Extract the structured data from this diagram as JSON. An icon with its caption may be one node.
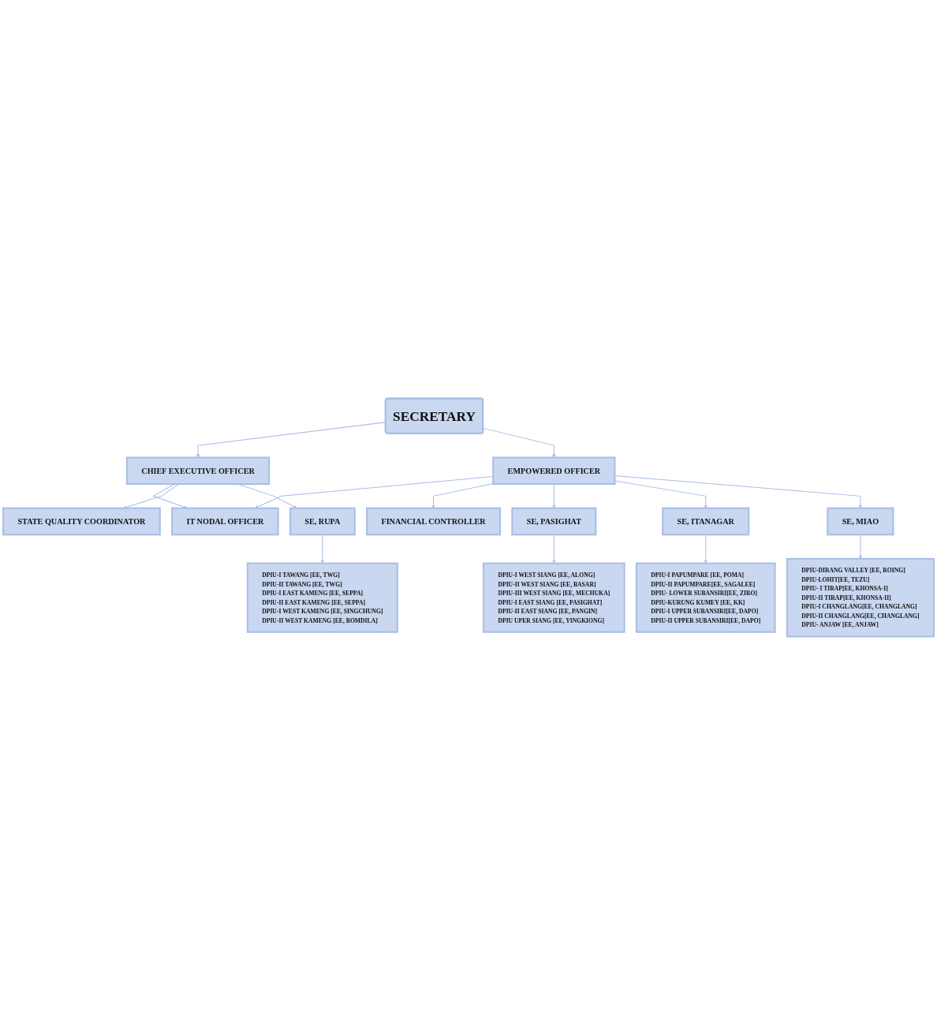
{
  "diagram": {
    "nodes": [
      {
        "text": [
          "SECRETARY"
        ]
      },
      {
        "text": [
          "CHIEF EXECUTIVE OFFICER"
        ]
      },
      {
        "text": [
          "EMPOWERED OFFICER"
        ]
      },
      {
        "text": [
          "IT NODAL OFFICER"
        ]
      },
      {
        "text": [
          "FINANCIAL CONTROLLER"
        ]
      },
      {
        "text": [
          "STATE QUALITY COORDINATOR"
        ]
      },
      {
        "text": [
          "SE, RUPA"
        ]
      },
      {
        "text": [
          "SE, PASIGHAT"
        ]
      },
      {
        "text": [
          "SE, ITANAGAR"
        ]
      },
      {
        "text": [
          "SE, MIAO"
        ]
      },
      {
        "text": [
          "DPIU-I TAWANG [EE, TWG]",
          "DPIU-II TAWANG [EE, TWG]",
          "DPIU-I EAST KAMENG [EE, SEPPA]",
          "DPIU-II EAST KAMENG [EE, SEPPA]",
          "DPIU-I WEST KAMENG [EE, SINGCHUNG]",
          "DPIU-II WEST KAMENG [EE, BOMDILA]"
        ]
      },
      {
        "text": [
          "DPIU-I PAPUMPARE [EE, POMA]",
          "DPIU-II PAPUMPARE[EE, SAGALEE]",
          "DPIU- LOWER SUBANSIRI[EE, ZIRO]",
          "DPIU-KURUNG KUMEY [EE, KK]",
          "DPIU-I UPPER SUBANSIRI[EE, DAPO]",
          "DPIU-II UPPER SUBANSIRI[EE, DAPO]"
        ]
      },
      {
        "text": [
          "DPIU-I WEST SIANG [EE, ALONG]",
          "DPIU-II WEST SIANG [EE, BASAR]",
          "DPIU-III WEST SIANG [EE, MECHUKA]",
          "DPIU-I EAST SIANG [EE, PASIGHAT]",
          "DPIU-II EAST SIANG [EE, PANGIN]",
          "DPIU UPER SIANG [EE, YINGKIONG]"
        ]
      },
      {
        "text": [
          "DPIU-DIRANG VALLEY [EE, ROING]",
          "DPIU-LOHIT[EE, TEZU]",
          "DPIU- I TIRAP[EE, KHONSA-I]",
          "DPIU-II TIRAP[EE, KHONSA-II]",
          "DPIU-I CHANGLANG[EE, CHANGLANG]",
          "DPIU-II CHANGLANG[EE, CHANGLANG]",
          "DPIU- ANJAW [EE, ANJAW]"
        ]
      }
    ],
    "edges": [
      {
        "from": 0,
        "to": 1,
        "arrow": "to"
      },
      {
        "from": 0,
        "to": 2,
        "arrow": "to"
      },
      {
        "from": 1,
        "to": 3,
        "arrow": "to"
      },
      {
        "from": 2,
        "to": 3,
        "arrow": "to"
      },
      {
        "from": 1,
        "to": 5,
        "arrow": "to"
      },
      {
        "from": 1,
        "to": 6,
        "arrow": "to"
      },
      {
        "from": 2,
        "to": 4,
        "arrow": "to"
      },
      {
        "from": 2,
        "to": 7,
        "arrow": "to"
      },
      {
        "from": 2,
        "to": 8,
        "arrow": "to"
      },
      {
        "from": 2,
        "to": 9,
        "arrow": "to"
      },
      {
        "from": 6,
        "to": 10,
        "arrow": "to"
      },
      {
        "from": 8,
        "to": 11,
        "arrow": "to"
      },
      {
        "from": 7,
        "to": 12,
        "arrow": "to"
      },
      {
        "from": 9,
        "to": 13,
        "arrow": "to"
      }
    ]
  }
}
